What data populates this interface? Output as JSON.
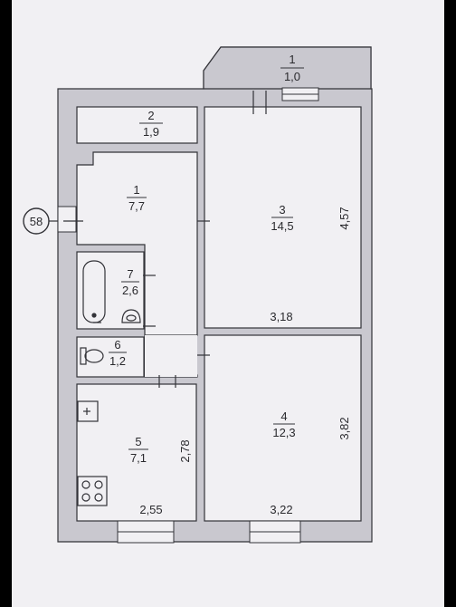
{
  "plan": {
    "marker": "58",
    "rooms": [
      {
        "num": "1",
        "area": "1,0"
      },
      {
        "num": "2",
        "area": "1,9"
      },
      {
        "num": "1",
        "area": "7,7"
      },
      {
        "num": "3",
        "area": "14,5"
      },
      {
        "num": "7",
        "area": "2,6"
      },
      {
        "num": "6",
        "area": "1,2"
      },
      {
        "num": "4",
        "area": "12,3"
      },
      {
        "num": "5",
        "area": "7,1"
      }
    ],
    "dimensions": [
      "4,57",
      "3,18",
      "3,82",
      "3,22",
      "2,78",
      "2,55"
    ]
  },
  "colors": {
    "wall": "#c9c8cf",
    "line": "#333338",
    "paper": "#f1f0f3"
  }
}
